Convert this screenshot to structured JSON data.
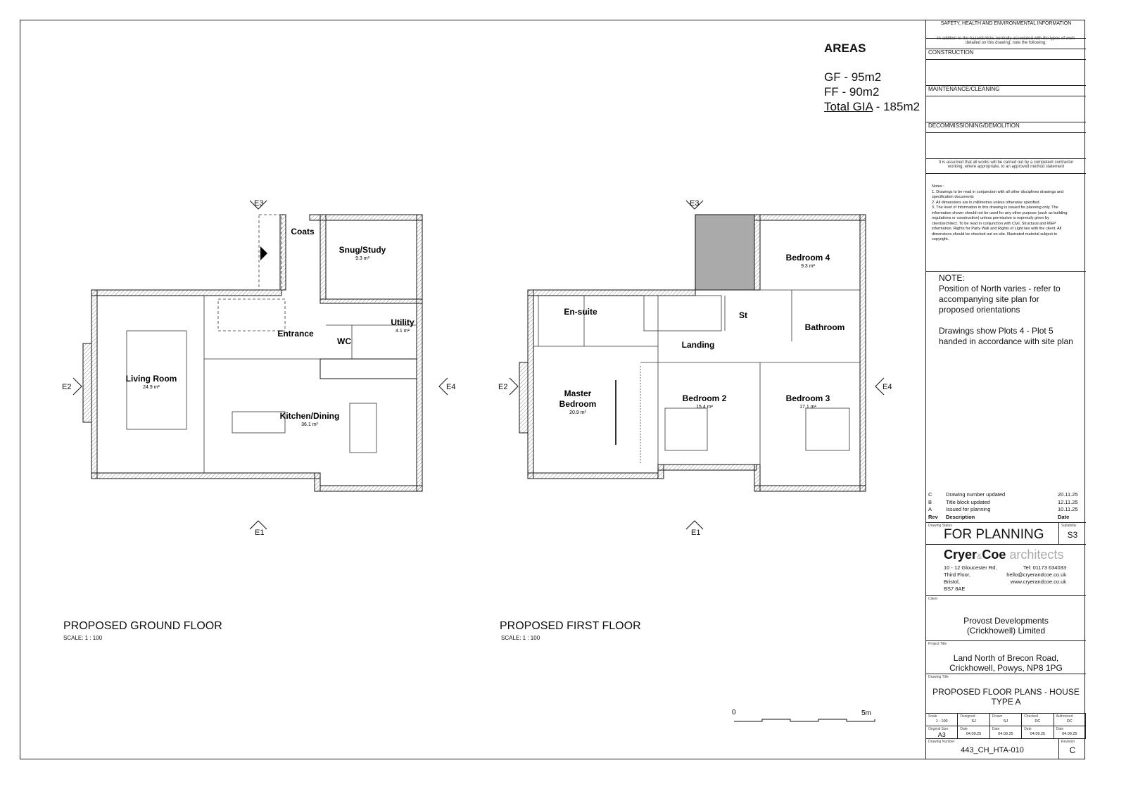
{
  "areas": {
    "title": "AREAS",
    "gf": "GF - 95m2",
    "ff": "FF - 90m2",
    "total_label": "Total GIA",
    "total_value": " - 185m2"
  },
  "ground_floor": {
    "title": "PROPOSED GROUND FLOOR",
    "scale": "SCALE:  1 : 100",
    "rooms": [
      {
        "name": "Living Room",
        "area": "24.9 m²"
      },
      {
        "name": "Kitchen/Dining",
        "area": "36.1 m²"
      },
      {
        "name": "Snug/Study",
        "area": "9.3 m²"
      },
      {
        "name": "Utility",
        "area": "4.1 m²"
      },
      {
        "name": "Coats"
      },
      {
        "name": "Entrance"
      },
      {
        "name": "WC"
      }
    ],
    "elevations": [
      "E1",
      "E2",
      "E3",
      "E4"
    ]
  },
  "first_floor": {
    "title": "PROPOSED FIRST FLOOR",
    "scale": "SCALE:  1 : 100",
    "rooms": [
      {
        "name": "Master Bedroom",
        "line1": "Master",
        "line2": "Bedroom",
        "area": "20.9 m²"
      },
      {
        "name": "Bedroom 2",
        "area": "15.4 m²"
      },
      {
        "name": "Bedroom 3",
        "area": "17.1 m²"
      },
      {
        "name": "Bedroom 4",
        "area": "9.3 m²"
      },
      {
        "name": "En-suite"
      },
      {
        "name": "Landing"
      },
      {
        "name": "St"
      },
      {
        "name": "Bathroom"
      }
    ],
    "elevations": [
      "E1",
      "E2",
      "E3",
      "E4"
    ]
  },
  "scale_bar": {
    "start": "0",
    "end": "5m"
  },
  "title_block": {
    "she_title": "SAFETY, HEALTH AND ENVIRONMENTAL INFORMATION",
    "she_sub": "In addition to the hazards/risks normally associated with the types of work detailed on this drawing, note the following:",
    "construction": "CONSTRUCTION",
    "maintenance": "MAINTENANCE/CLEANING",
    "decommissioning": "DECOMMISSIONING/DEMOLITION",
    "assumed": "It is assumed that all works will be carried out by a competent contractor working, where appropriate, to an approved method statement",
    "notes_head": "Notes :",
    "notes": [
      "1. Drawings to be read in conjunction with all other disciplines drawings and specification documents",
      "2. All dimensions are in millimetres unless otherwise specified.",
      "3. The level of information in this drawing is issued for planning only. The information shown should not be used for any other purpose (such as building regulations or construction) unless permission is expressly given by client/architect. To be read in conjunction with Civil, Structural and MEP information. Rights for Party Wall and Rights of Light lies with the client. All dimensions should be checked out on site. Illustrated material subject to copyright."
    ],
    "note_title": "NOTE:",
    "note_1": "Position of North varies - refer to accompanying site plan for proposed orientations",
    "note_2": "Drawings show Plots 4 - Plot 5 handed in accordance with site plan",
    "revisions": [
      {
        "rev": "C",
        "desc": "Drawing number updated",
        "date": "20.11.25"
      },
      {
        "rev": "B",
        "desc": "Title block updated",
        "date": "12.11.25"
      },
      {
        "rev": "A",
        "desc": "Issued for planning",
        "date": "10.11.25"
      }
    ],
    "rev_head": {
      "rev": "Rev",
      "desc": "Description",
      "date": "Date"
    },
    "status_label": "Drawing Status",
    "status": "FOR PLANNING",
    "suitability_label": "Suitability",
    "suitability": "S3",
    "logo": {
      "a": "Cryer",
      "amp": "&",
      "b": "Coe",
      "c": " architects"
    },
    "address": [
      "10 - 12 Gloucester Rd,",
      "Third Floor,",
      "Bristol,",
      "BS7 8AE"
    ],
    "contact": [
      "Tel: 01173 634033",
      "hello@cryerandcoe.co.uk",
      "www.cryerandcoe.co.uk"
    ],
    "client_label": "Client",
    "client": "Provost Developments (Crickhowell) Limited",
    "project_label": "Project Title",
    "project": "Land North of Brecon Road, Crickhowell, Powys, NP8 1PG",
    "drawing_title_label": "Drawing Title",
    "drawing_title": "PROPOSED FLOOR PLANS - HOUSE TYPE A",
    "grid1": [
      {
        "k": "Scale",
        "v": "1 : 100"
      },
      {
        "k": "Designed",
        "v": "SJ"
      },
      {
        "k": "Drawn",
        "v": "SJ"
      },
      {
        "k": "Checked",
        "v": "DC"
      },
      {
        "k": "Authorised",
        "v": "DC"
      }
    ],
    "grid2": [
      {
        "k": "Original Size",
        "v": "A3"
      },
      {
        "k": "Date",
        "v": "04.09.25"
      },
      {
        "k": "Date",
        "v": "04.09.25"
      },
      {
        "k": "Date",
        "v": "04.09.25"
      },
      {
        "k": "Date",
        "v": "04.09.25"
      }
    ],
    "number_label": "Drawing Number",
    "number": "443_CH_HTA-010",
    "revision_label": "Revision",
    "revision": "C"
  }
}
